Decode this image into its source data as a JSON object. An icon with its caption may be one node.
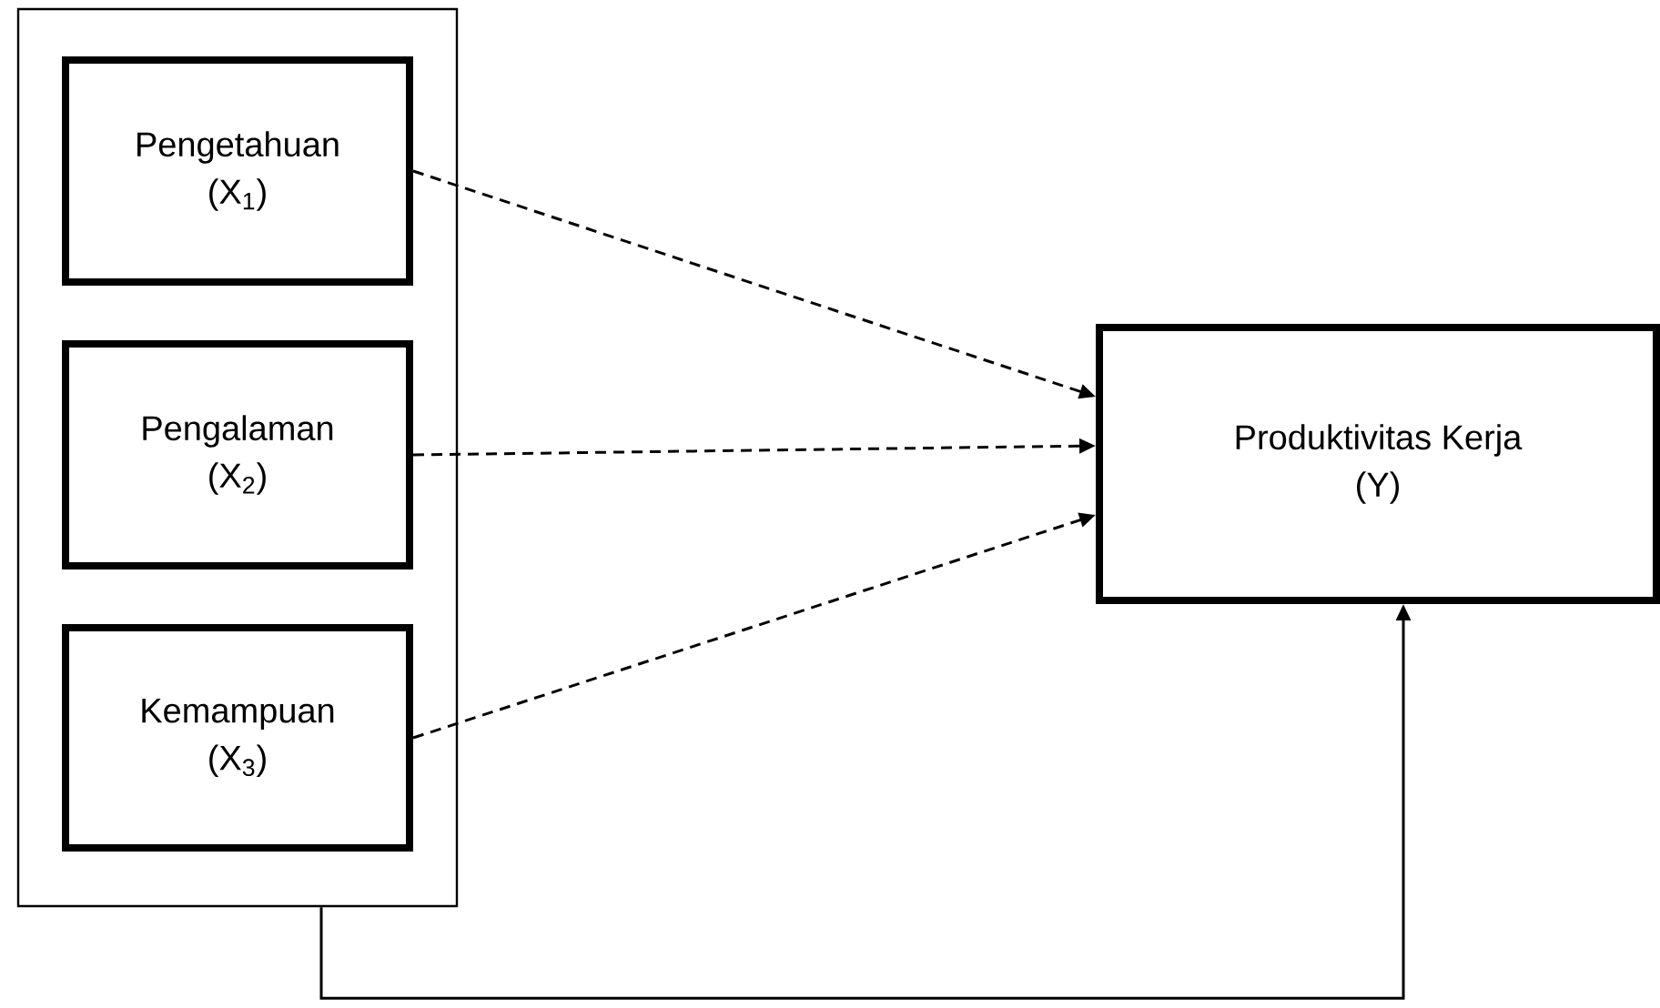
{
  "diagram": {
    "nodes": [
      {
        "text": [],
        "shape": "box"
      },
      {
        "text": [
          "Pengetahuan",
          "(X$_{1}$)"
        ],
        "in": 0
      },
      {
        "text": [
          "Pengalaman",
          "(X$_{2}$)"
        ],
        "in": 0
      },
      {
        "text": [
          "Kemampuan",
          "(X$_{3}$)"
        ],
        "in": 0
      },
      {
        "text": [
          "Produktivitas Kerja",
          "(Y)"
        ]
      }
    ],
    "edges": [
      {
        "from": 1,
        "to": 4,
        "arrow": "to",
        "style": "dashed"
      },
      {
        "from": 2,
        "to": 4,
        "arrow": "to",
        "style": "dashed"
      },
      {
        "from": 3,
        "to": 4,
        "arrow": "to",
        "style": "dashed"
      },
      {
        "from": 0,
        "to": 4,
        "arrow": "to"
      }
    ]
  }
}
